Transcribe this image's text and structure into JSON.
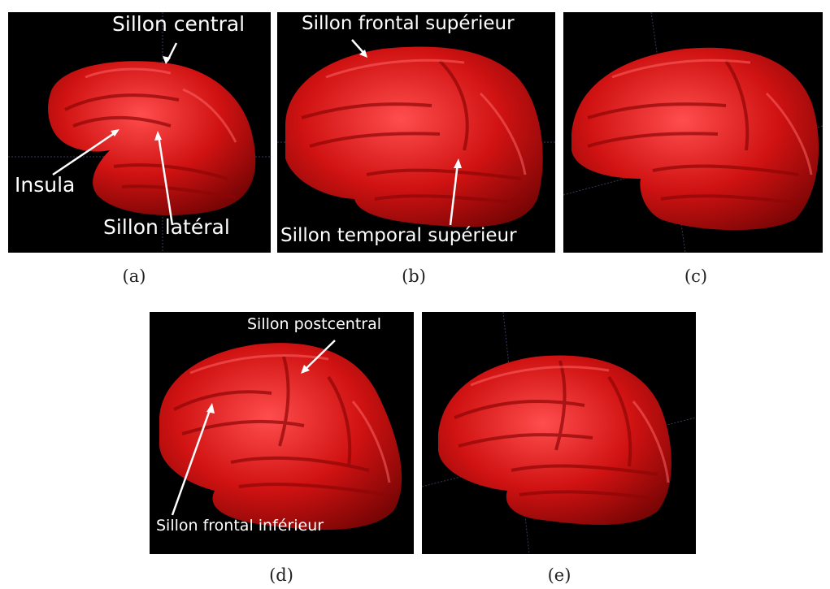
{
  "figure": {
    "panels": [
      {
        "id": "a",
        "caption": "(a)",
        "annotations": [
          "Sillon central",
          "Insula",
          "Sillon latéral"
        ]
      },
      {
        "id": "b",
        "caption": "(b)",
        "annotations": [
          "Sillon frontal supérieur",
          "Sillon temporal supérieur"
        ]
      },
      {
        "id": "c",
        "caption": "(c)",
        "annotations": []
      },
      {
        "id": "d",
        "caption": "(d)",
        "annotations": [
          "Sillon postcentral",
          "Sillon frontal inférieur"
        ]
      },
      {
        "id": "e",
        "caption": "(e)",
        "annotations": []
      }
    ],
    "colors": {
      "brain": "#d41414",
      "brain_highlight": "#ff4a4a",
      "background": "#000000",
      "annotation": "#ffffff"
    }
  }
}
